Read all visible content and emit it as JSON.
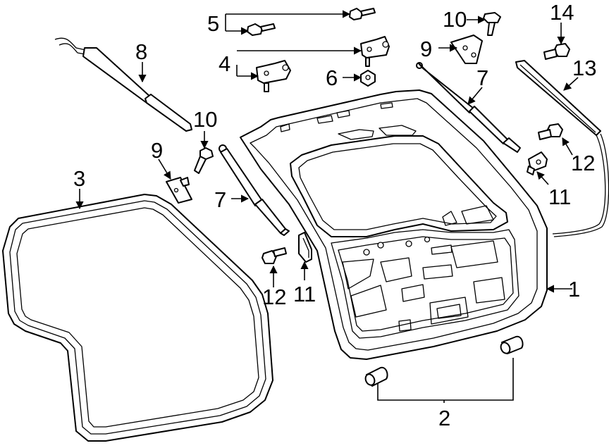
{
  "callouts": {
    "c1": "1",
    "c2": "2",
    "c3": "3",
    "c4": "4",
    "c5": "5",
    "c6": "6",
    "c7_left": "7",
    "c7_right": "7",
    "c8": "8",
    "c9_left": "9",
    "c9_right": "9",
    "c10_left": "10",
    "c10_right": "10",
    "c11_left": "11",
    "c11_right": "11",
    "c12_left": "12",
    "c12_right": "12",
    "c13": "13",
    "c14": "14"
  }
}
